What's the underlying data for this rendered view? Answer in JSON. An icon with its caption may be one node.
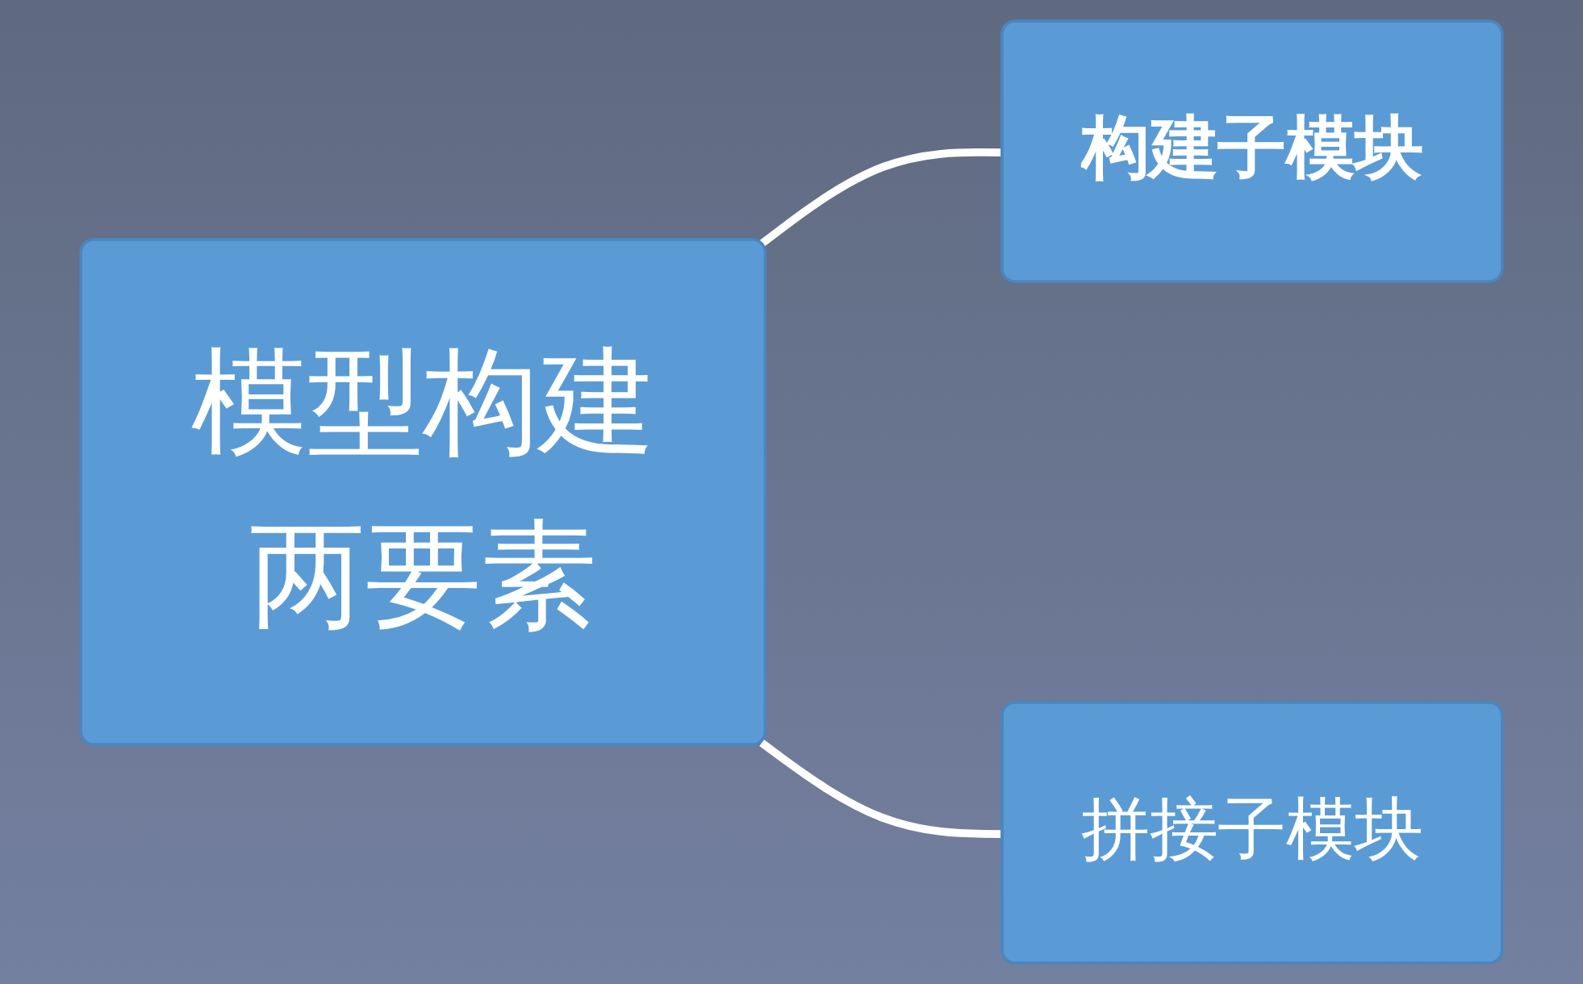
{
  "diagram": {
    "nodes": [
      {
        "text": [
          "模型构建两要素"
        ]
      },
      {
        "text": [
          "构建子模块"
        ]
      },
      {
        "text": [
          "拼接子模块"
        ]
      }
    ],
    "edges": [
      {
        "from": 0,
        "to": 1,
        "arrow": "none"
      },
      {
        "from": 0,
        "to": 2,
        "arrow": "none"
      }
    ]
  }
}
